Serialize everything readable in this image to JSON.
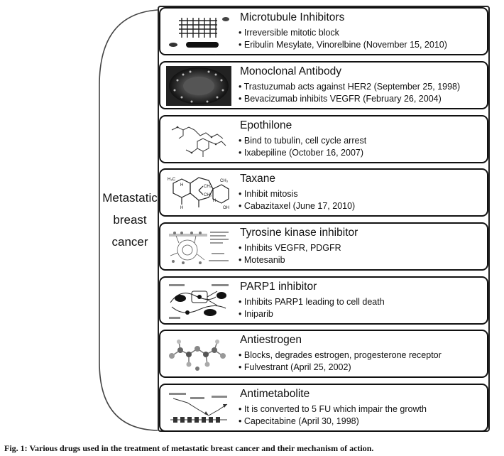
{
  "center": {
    "line1": "Metastatic",
    "line2": "breast",
    "line3": "cancer"
  },
  "cards": [
    {
      "title": "Microtubule Inhibitors",
      "points": [
        "Irreversible mitotic block",
        "Eribulin Mesylate, Vinorelbine (November 15, 2010)"
      ]
    },
    {
      "title": "Monoclonal Antibody",
      "points": [
        "Trastuzumab acts against HER2 (September 25, 1998)",
        "Bevacizumab inhibits VEGFR (February 26, 2004)"
      ]
    },
    {
      "title": "Epothilone",
      "points": [
        "Bind to tubulin, cell cycle arrest",
        "Ixabepiline (October 16, 2007)"
      ]
    },
    {
      "title": "Taxane",
      "points": [
        "Inhibit mitosis",
        "Cabazitaxel (June 17, 2010)"
      ]
    },
    {
      "title": "Tyrosine kinase inhibitor",
      "points": [
        "Inhibits VEGFR, PDGFR",
        " Motesanib"
      ]
    },
    {
      "title": "PARP1 inhibitor",
      "points": [
        "Inhibits PARP1 leading to cell death",
        "Iniparib"
      ]
    },
    {
      "title": "Antiestrogen",
      "points": [
        "Blocks, degrades estrogen, progesterone receptor",
        "Fulvestrant (April 25, 2002)"
      ]
    },
    {
      "title": "Antimetabolite",
      "points": [
        "It is converted to 5 FU which impair the growth",
        "Capecitabine (April 30, 1998)"
      ]
    }
  ],
  "caption": "Fig. 1: Various drugs used in the treatment of metastatic breast cancer and their mechanism of action."
}
